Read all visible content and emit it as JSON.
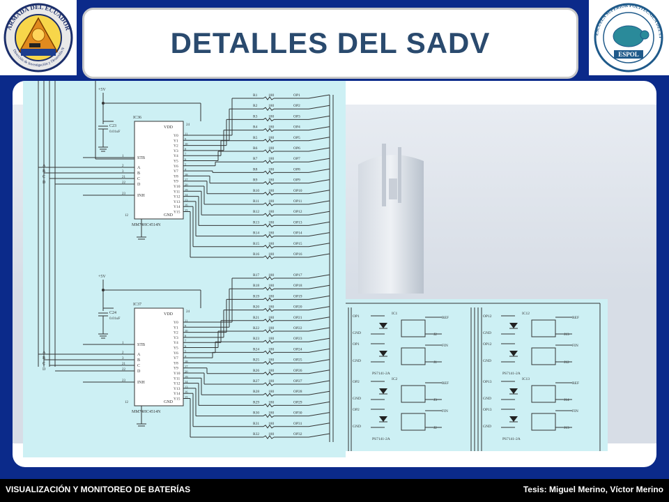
{
  "slide": {
    "title": "DETALLES DEL SADV",
    "footer_left": "VISUALIZACIÓN Y MONITOREO DE BATERÍAS",
    "footer_right": "Tesis: Miguel Merino, Víctor Merino"
  },
  "logos": {
    "left_ring": "ARMADA DEL ECUADOR",
    "left_sub": "Dirección de Investigación y Desarrollo Naval",
    "right_ring": "ESCUELA SUPERIOR POLITECNICA DEL LITORAL",
    "right_sub": "ESPOL"
  },
  "schematic": {
    "vcc": "+5V",
    "cap1": "C23",
    "cap1_val": "0.01uF",
    "cap2": "C24",
    "cap2_val": "0.01uF",
    "ic1": "IC36",
    "ic2": "IC37",
    "ic_part": "MM74HC4514N",
    "ic_pins_left": [
      "STB",
      "A",
      "B",
      "C",
      "D",
      "INH"
    ],
    "ic_pin_vdd": "VDD",
    "ic_pin_gnd": "GND",
    "ic_outputs": [
      "Y0",
      "Y1",
      "Y2",
      "Y3",
      "Y4",
      "Y5",
      "Y6",
      "Y7",
      "Y8",
      "Y9",
      "Y10",
      "Y11",
      "Y12",
      "Y13",
      "Y14",
      "Y15"
    ],
    "pin_nums_out": [
      "11",
      "9",
      "10",
      "8",
      "7",
      "6",
      "5",
      "4",
      "18",
      "17",
      "20",
      "19",
      "14",
      "13",
      "16",
      "15"
    ],
    "vdd_pin": "24",
    "gnd_pin": "12",
    "left_pin_nums": [
      "1",
      "2",
      "3",
      "21",
      "22",
      "23"
    ],
    "addr_labels": [
      "A",
      "B",
      "C",
      "D"
    ],
    "res_value": "180",
    "res_labels": [
      "R1",
      "R2",
      "R3",
      "R4",
      "R5",
      "R6",
      "R7",
      "R8",
      "R9",
      "R10",
      "R11",
      "R12",
      "R13",
      "R14",
      "R15",
      "R16",
      "R17",
      "R18",
      "R19",
      "R20",
      "R21",
      "R22",
      "R23",
      "R24",
      "R25",
      "R26",
      "R27",
      "R28",
      "R29",
      "R30",
      "R31",
      "R32"
    ],
    "op_labels": [
      "OP1",
      "OP2",
      "OP3",
      "OP4",
      "OP5",
      "OP6",
      "OP7",
      "OP8",
      "OP9",
      "OP10",
      "OP11",
      "OP12",
      "OP13",
      "OP14",
      "OP15",
      "OP16",
      "OP17",
      "OP18",
      "OP19",
      "OP20",
      "OP21",
      "OP22",
      "OP23",
      "OP24",
      "OP25",
      "OP26",
      "OP27",
      "OP28",
      "OP29",
      "OP30",
      "OP31",
      "OP32"
    ]
  },
  "relays": {
    "part": "PS7141-2A",
    "blocks": [
      {
        "ic": "IC1",
        "op_a": "OP1",
        "op_b": "OP1",
        "j_a": "J2",
        "j_b": "J1"
      },
      {
        "ic": "IC12",
        "op_a": "OP12",
        "op_b": "OP12",
        "j_a": "J13",
        "j_b": "J12"
      },
      {
        "ic": "IC2",
        "op_a": "OP2",
        "op_b": "OP2",
        "j_a": "J3",
        "j_b": "J2"
      },
      {
        "ic": "IC13",
        "op_a": "OP13",
        "op_b": "OP13",
        "j_a": "J14",
        "j_b": "J13"
      }
    ],
    "ref": "REF",
    "fin": "FIN",
    "gnd": "GND"
  }
}
